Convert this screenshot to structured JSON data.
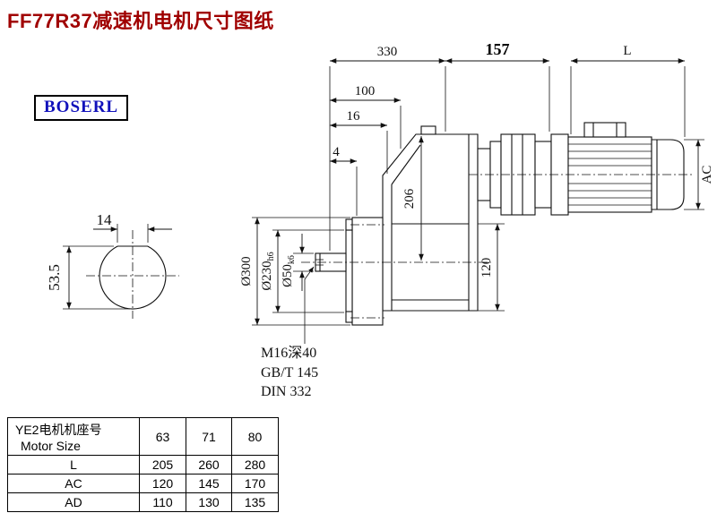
{
  "colors": {
    "title_red": "#a00000",
    "brand_blue": "#1111bb",
    "line": "#111111"
  },
  "header": {
    "title": "FF77R37减速机电机尺寸图纸",
    "brand": "BOSERL"
  },
  "drawing": {
    "dims": {
      "len_330": "330",
      "len_157": "157",
      "len_L": "L",
      "len_100": "100",
      "len_16": "16",
      "len_4": "4",
      "dia_300": "Ø300",
      "dia_230": "Ø230",
      "dia_230_tol": "h6",
      "dia_50": "Ø50",
      "dia_50_tol": "k6",
      "len_206": "206",
      "len_120": "120",
      "len_AC": "AC",
      "key_w": "14",
      "key_h": "53.5"
    },
    "notes": {
      "tap": "M16深40",
      "std1": "GB/T 145",
      "std2": "DIN 332"
    }
  },
  "table": {
    "header_cn": "YE2电机机座号",
    "header_en": "Motor Size",
    "sizes": [
      "63",
      "71",
      "80"
    ],
    "rows": [
      {
        "label": "L",
        "values": [
          "205",
          "260",
          "280"
        ]
      },
      {
        "label": "AC",
        "values": [
          "120",
          "145",
          "170"
        ]
      },
      {
        "label": "AD",
        "values": [
          "110",
          "130",
          "135"
        ]
      }
    ]
  }
}
